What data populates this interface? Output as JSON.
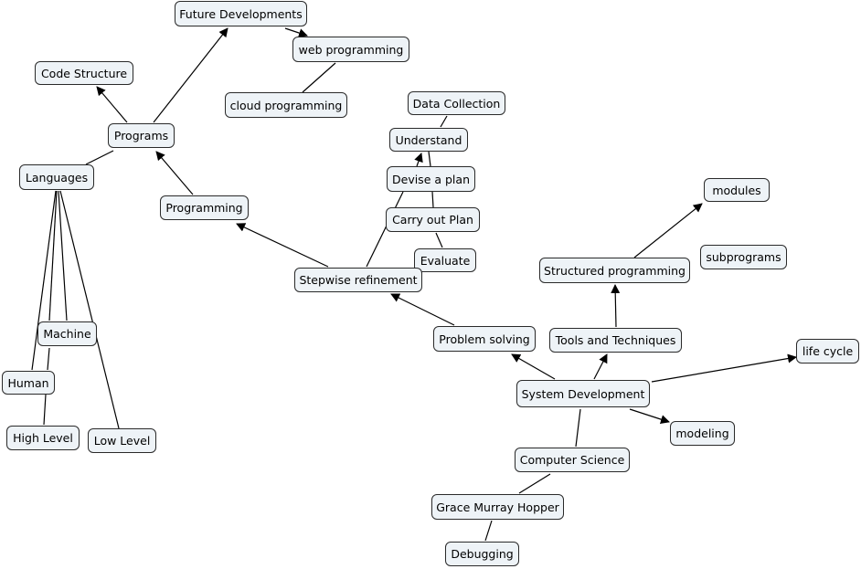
{
  "concept_map": {
    "nodes": {
      "future_developments": "Future Developments",
      "web_programming": "web programming",
      "cloud_programming": "cloud programming",
      "code_structure": "Code Structure",
      "programs": "Programs",
      "languages": "Languages",
      "programming": "Programming",
      "data_collection": "Data Collection",
      "understand": "Understand",
      "devise_a_plan": "Devise a plan",
      "carry_out_plan": "Carry out Plan",
      "evaluate": "Evaluate",
      "stepwise_refinement": "Stepwise refinement",
      "modules": "modules",
      "subprograms": "subprograms",
      "structured_programming": "Structured programming",
      "machine": "Machine",
      "human": "Human",
      "high_level": "High Level",
      "low_level": "Low Level",
      "problem_solving": "Problem solving",
      "tools_and_techniques": "Tools and Techniques",
      "life_cycle": "life cycle",
      "system_development": "System Development",
      "modeling": "modeling",
      "computer_science": "Computer Science",
      "grace_murray_hopper": "Grace Murray Hopper",
      "debugging": "Debugging"
    }
  }
}
